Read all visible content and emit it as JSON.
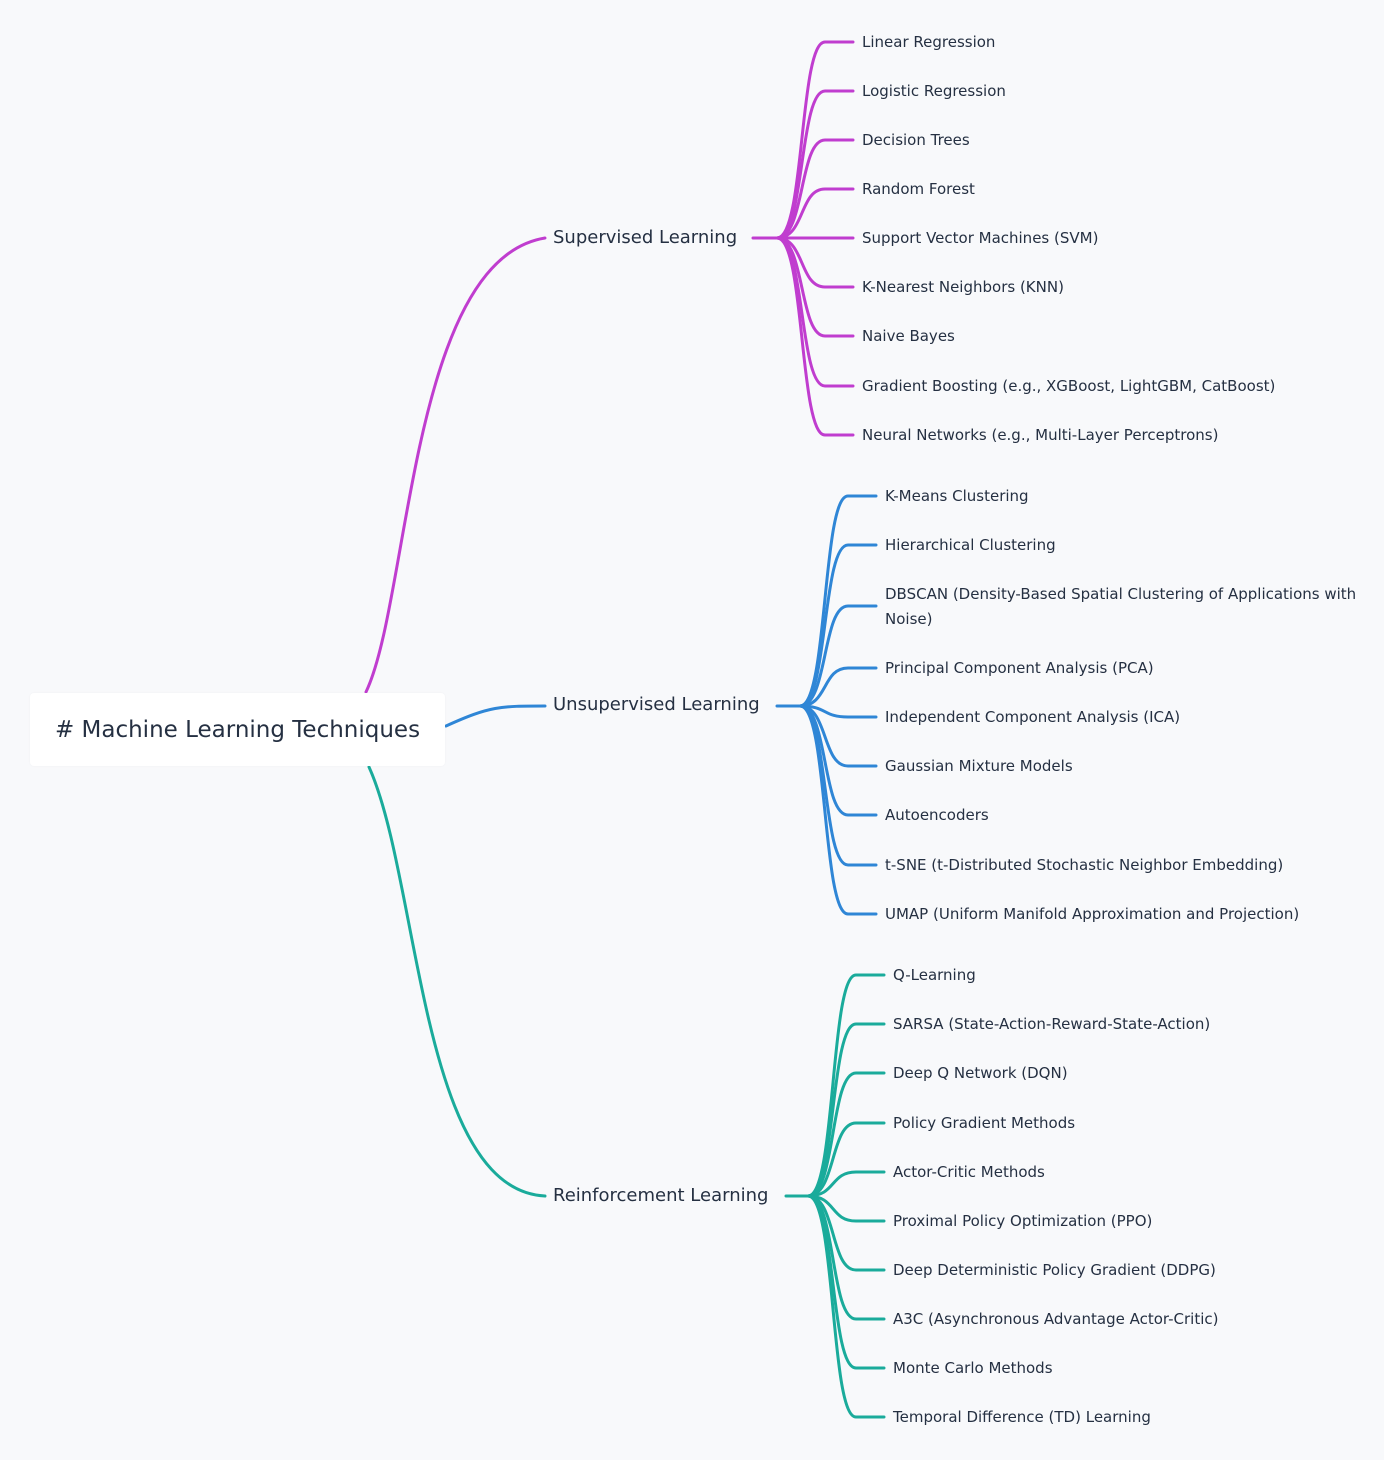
{
  "root": {
    "label": "# Machine Learning Techniques"
  },
  "branches": [
    {
      "label": "Supervised Learning",
      "color": "#c03dcf",
      "children": [
        "Linear Regression",
        "Logistic Regression",
        "Decision Trees",
        "Random Forest",
        "Support Vector Machines (SVM)",
        "K-Nearest Neighbors (KNN)",
        "Naive Bayes",
        "Gradient Boosting (e.g., XGBoost, LightGBM, CatBoost)",
        "Neural Networks (e.g., Multi-Layer Perceptrons)"
      ]
    },
    {
      "label": "Unsupervised Learning",
      "color": "#2f86d6",
      "children": [
        "K-Means Clustering",
        "Hierarchical Clustering",
        "DBSCAN (Density-Based Spatial Clustering of Applications with Noise)",
        "Principal Component Analysis (PCA)",
        "Independent Component Analysis (ICA)",
        "Gaussian Mixture Models",
        "Autoencoders",
        "t-SNE (t-Distributed Stochastic Neighbor Embedding)",
        "UMAP (Uniform Manifold Approximation and Projection)"
      ]
    },
    {
      "label": "Reinforcement Learning",
      "color": "#1aab9b",
      "children": [
        "Q-Learning",
        "SARSA (State-Action-Reward-State-Action)",
        "Deep Q Network (DQN)",
        "Policy Gradient Methods",
        "Actor-Critic Methods",
        "Proximal Policy Optimization (PPO)",
        "Deep Deterministic Policy Gradient (DDPG)",
        "A3C (Asynchronous Advantage Actor-Critic)",
        "Monte Carlo Methods",
        "Temporal Difference (TD) Learning"
      ]
    }
  ]
}
